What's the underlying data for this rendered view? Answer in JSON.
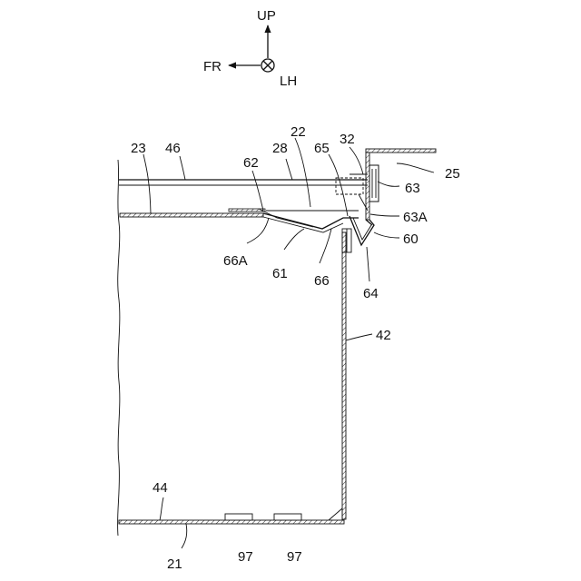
{
  "directions": {
    "up": "UP",
    "front": "FR",
    "left_hand": "LH"
  },
  "labels": {
    "r21": "21",
    "r22": "22",
    "r23": "23",
    "r25": "25",
    "r28": "28",
    "r32": "32",
    "r42": "42",
    "r44": "44",
    "r46": "46",
    "r60": "60",
    "r61": "61",
    "r62": "62",
    "r63": "63",
    "r63A": "63A",
    "r64": "64",
    "r65": "65",
    "r66": "66",
    "r66A": "66A",
    "r97a": "97",
    "r97b": "97"
  },
  "colors": {
    "ink": "#111111",
    "paper": "#ffffff"
  }
}
